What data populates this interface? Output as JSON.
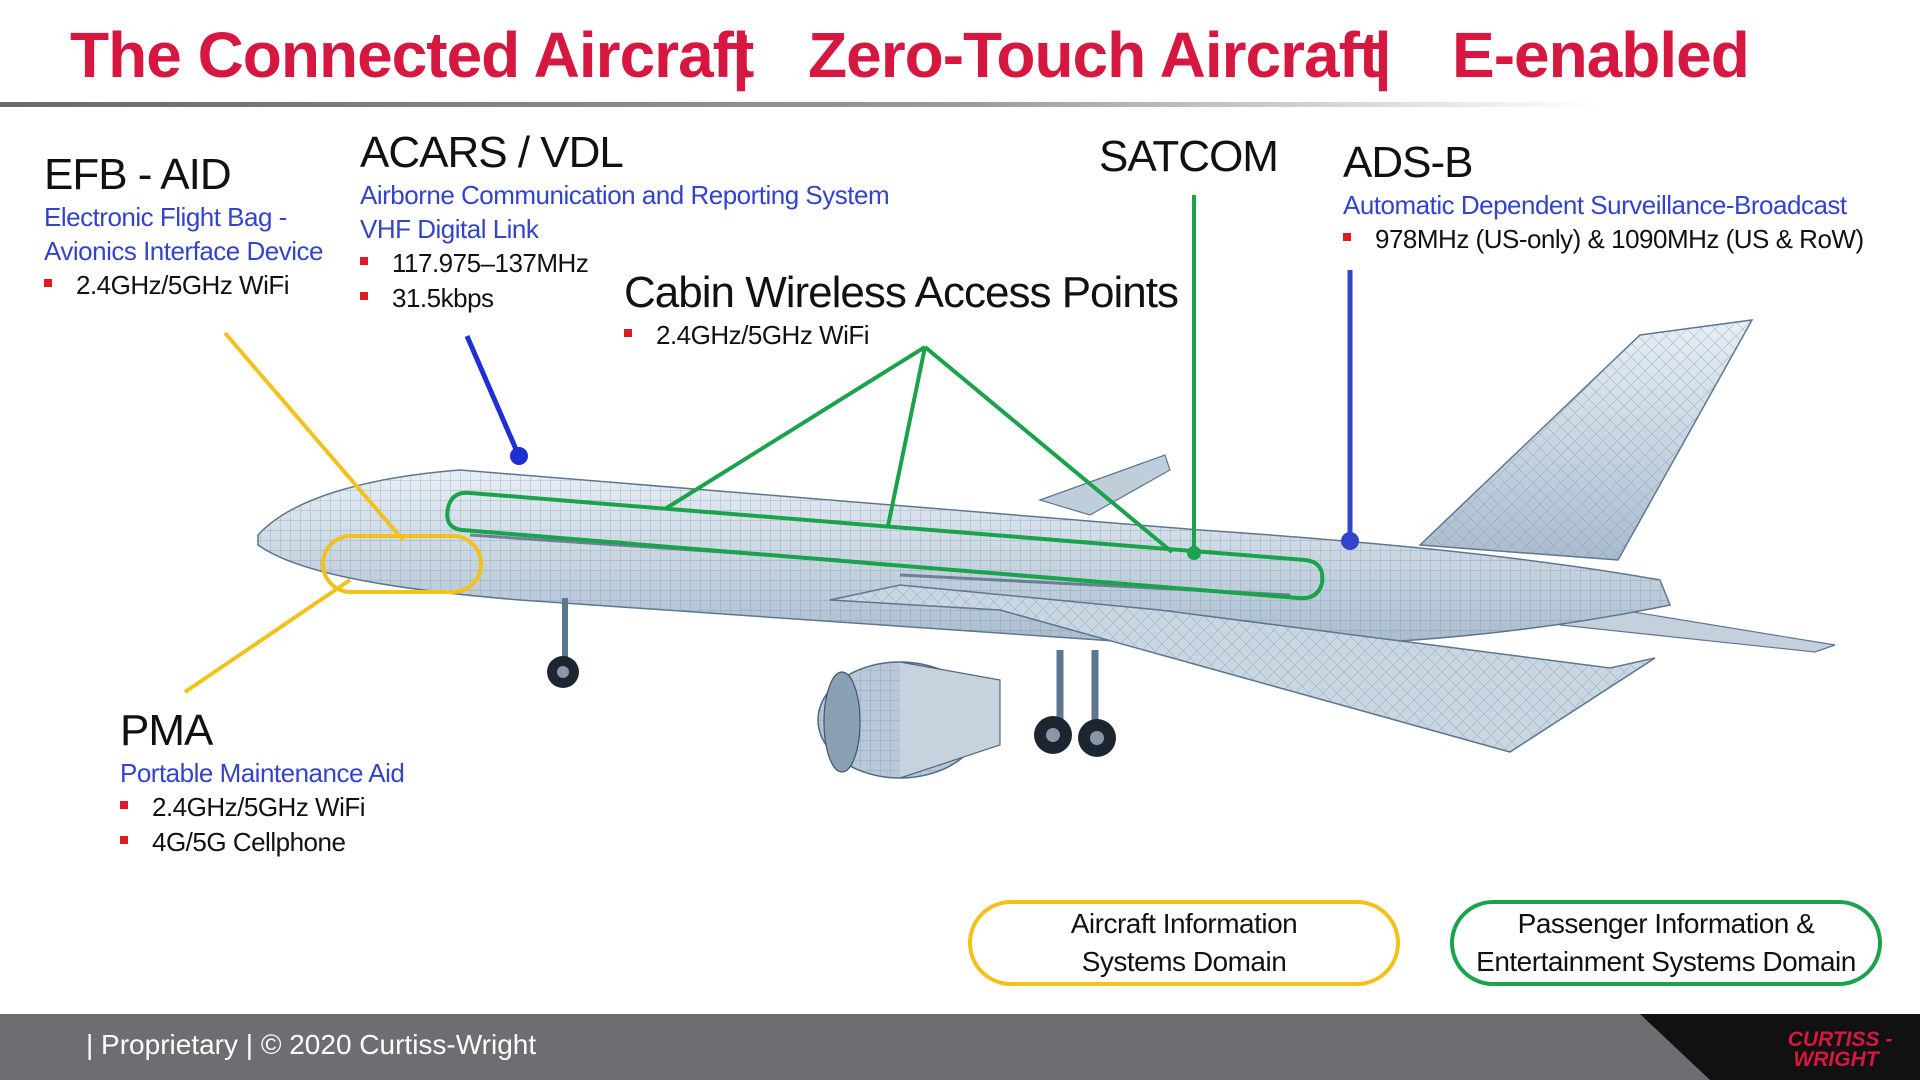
{
  "header": {
    "title_1": "The Connected Aircraft",
    "separator": "|",
    "title_2": "Zero-Touch Aircraft",
    "title_3": "E-enabled"
  },
  "labels": {
    "efb": {
      "heading": "EFB - AID",
      "sub_1": "Electronic Flight Bag -",
      "sub_2": "Avionics Interface Device",
      "bullets": [
        "2.4GHz/5GHz WiFi"
      ]
    },
    "acars": {
      "heading": "ACARS / VDL",
      "sub_1": "Airborne Communication and Reporting System",
      "sub_2": "VHF Digital Link",
      "bullets": [
        "117.975–137MHz",
        "31.5kbps"
      ]
    },
    "cabin": {
      "heading": "Cabin Wireless Access Points",
      "bullets": [
        "2.4GHz/5GHz WiFi"
      ]
    },
    "satcom": {
      "heading": "SATCOM"
    },
    "adsb": {
      "heading": "ADS-B",
      "sub_1": "Automatic Dependent Surveillance-Broadcast",
      "bullets": [
        "978MHz (US-only) & 1090MHz (US & RoW)"
      ]
    },
    "pma": {
      "heading": "PMA",
      "sub_1": "Portable Maintenance Aid",
      "bullets": [
        "2.4GHz/5GHz WiFi",
        "4G/5G Cellphone"
      ]
    }
  },
  "legend": {
    "aircraft_domain_1": "Aircraft Information",
    "aircraft_domain_2": "Systems Domain",
    "passenger_domain_1": "Passenger Information &",
    "passenger_domain_2": "Entertainment Systems Domain"
  },
  "footer": {
    "text": "|  Proprietary  |  © 2020 Curtiss-Wright",
    "logo_line_1": "CURTISS -",
    "logo_line_2": "WRIGHT"
  },
  "colors": {
    "title_red": "#d6173f",
    "subtitle_blue": "#3344cc",
    "bullet_red": "#e01b24",
    "aircraft_domain_yellow": "#f1c21b",
    "passenger_domain_green": "#1aa34a",
    "acars_blue": "#1f2fd0",
    "footer_gray": "#6e6e72"
  }
}
